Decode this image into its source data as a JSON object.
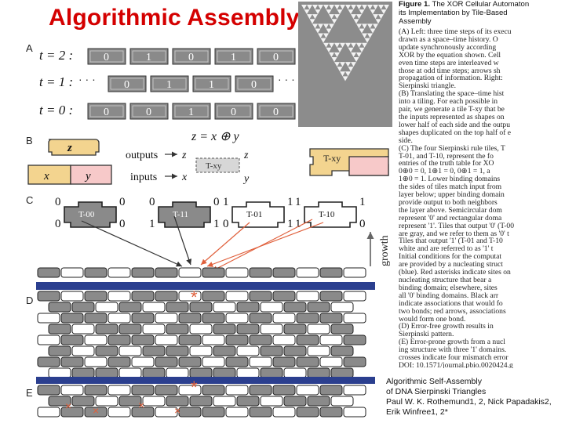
{
  "title": "Algorithmic Assembly",
  "panels": {
    "a": {
      "letter": "A"
    },
    "b": {
      "letter": "B"
    },
    "c": {
      "letter": "C"
    },
    "d": {
      "letter": "D"
    },
    "e": {
      "letter": "E"
    }
  },
  "panel_a": {
    "rows": [
      {
        "label": "t = 2 :",
        "cells": [
          "0",
          "1",
          "0",
          "1",
          "0"
        ],
        "ellipsis": false
      },
      {
        "label": "t = 1 :",
        "cells": [
          "0",
          "1",
          "1",
          "0"
        ],
        "ellipsis": true
      },
      {
        "label": "t = 0 :",
        "cells": [
          "0",
          "0",
          "1",
          "0",
          "0"
        ],
        "ellipsis": false
      }
    ],
    "ellipsis": "· · ·"
  },
  "panel_b": {
    "equation": "z = x ⊕ y",
    "outputs_label": "outputs",
    "inputs_label": "inputs",
    "var_z": "z",
    "var_x": "x",
    "var_y": "y",
    "tile_label": "T-xy"
  },
  "panel_c": {
    "tiles": [
      {
        "name": "T-00",
        "top": "0",
        "bl": "0",
        "br": "0"
      },
      {
        "name": "T-11",
        "top": "0",
        "bl": "1",
        "br": "1"
      },
      {
        "name": "T-01",
        "top": "1",
        "bl": "0",
        "br": "1"
      },
      {
        "name": "T-10",
        "top": "1",
        "bl": "1",
        "br": "0"
      }
    ],
    "top_left": [
      "0",
      "0",
      "1",
      "1"
    ],
    "top_right": [
      "0",
      "0",
      "1",
      "1"
    ],
    "growth_label": "growth"
  },
  "panel_d": {
    "asterisk": "*"
  },
  "panel_e": {
    "asterisk": "*",
    "error_mark": "×"
  },
  "caption": {
    "figure_label": "Figure 1.",
    "title_lines": [
      "The XOR Cellular Automaton",
      "its Implementation by Tile-Based",
      "Assembly"
    ],
    "lines": [
      "(A) Left: three time steps of its execu",
      "drawn as a space–time history. O",
      "update synchronously according",
      "XOR by the equation shown. Cell",
      "even time steps are interleaved w",
      "those at odd time steps; arrows sh",
      "propagation of information. Right:",
      "Sierpinski triangle.",
      "(B) Translating the space–time hist",
      "into a tiling. For each possible in",
      "pair, we generate a tile T-xy that be",
      "the inputs represented as shapes on",
      "lower half of each side and the outpu",
      "shapes duplicated on the top half of e",
      "side.",
      "(C) The four Sierpinski rule tiles, T",
      "T-01, and T-10, represent the fo",
      "entries of the truth table for XO",
      "0⊕0 = 0, 1⊕1 = 0, 0⊕1 = 1, a",
      "1⊕0 = 1. Lower binding domains",
      "the sides of tiles match input from",
      "layer below; upper binding domain",
      "provide output to both neighbors",
      "the layer above. Semicircular dom",
      "represent '0' and rectangular doma",
      "represent '1'. Tiles that output '0' (T-00",
      "are gray, and we refer to them as '0' t",
      "Tiles that output '1' (T-01 and T-10",
      "white and are referred to as '1' t",
      "Initial conditions for the computat",
      "are provided by a nucleating struct",
      "(blue). Red asterisks indicate sites on",
      "nucleating structure that bear a",
      "binding domain; elsewhere, sites",
      "all '0' binding domains. Black arr",
      "indicate associations that would fo",
      "two bonds; red arrows, associations",
      "would form one bond.",
      "(D) Error-free growth results in",
      "Sierpinski pattern.",
      "(E) Error-prone growth from a nucl",
      "ing structure with three '1' domains.",
      "crosses indicate four mismatch error",
      "DOI: 10.1571/journal.pbio.0020424.g"
    ]
  },
  "credit": {
    "line1": "Algorithmic Self-Assembly",
    "line2": "of DNA Sierpinski Triangles",
    "line3": "Paul W. K. Rothemund1, 2, Nick Papadakis2,",
    "line4": "Erik Winfree1, 2*"
  },
  "colors": {
    "title_red": "#d40000",
    "tile_gray": "#8a8a8a",
    "seed_blue": "#2b3f8f",
    "tile_z_fill": "#f3d48f",
    "tile_xy_left_fill": "#f3d48f",
    "tile_xy_right_fill": "#f7c9c9",
    "tile_mid_gray": "#c9c9c9",
    "arrow_red": "#e0603c"
  }
}
